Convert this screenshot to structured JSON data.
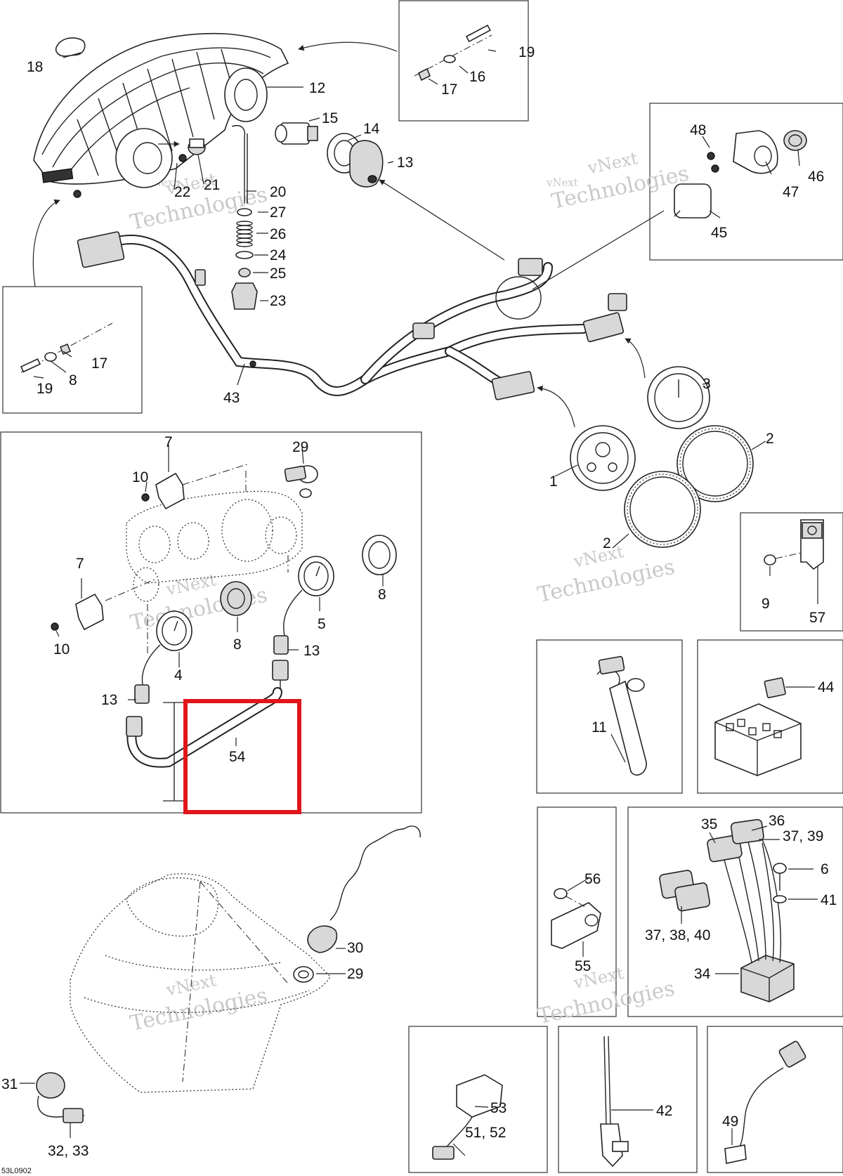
{
  "diagram_code": "53L0902",
  "watermark": {
    "line1": "vNext",
    "line2": "Technologies"
  },
  "callouts": {
    "c1": "1",
    "c2a": "2",
    "c2b": "2",
    "c3": "3",
    "c4": "4",
    "c5": "5",
    "c6": "6",
    "c7a": "7",
    "c7b": "7",
    "c8a": "8",
    "c8b": "8",
    "c8c": "8",
    "c9": "9",
    "c10a": "10",
    "c10b": "10",
    "c11": "11",
    "c12": "12",
    "c13a": "13",
    "c13b": "13",
    "c13c": "13",
    "c14": "14",
    "c15": "15",
    "c16": "16",
    "c17a": "17",
    "c17b": "17",
    "c18": "18",
    "c19a": "19",
    "c19b": "19",
    "c20": "20",
    "c21": "21",
    "c22": "22",
    "c23": "23",
    "c24": "24",
    "c25": "25",
    "c26": "26",
    "c27": "27",
    "c29a": "29",
    "c29b": "29",
    "c30": "30",
    "c31": "31",
    "c3233": "32, 33",
    "c34": "34",
    "c35": "35",
    "c36": "36",
    "c373839": "37, 39",
    "c373840": "37, 38, 40",
    "c41": "41",
    "c42": "42",
    "c43": "43",
    "c44": "44",
    "c45": "45",
    "c46": "46",
    "c47": "47",
    "c48": "48",
    "c49": "49",
    "c5152": "51, 52",
    "c53": "53",
    "c54": "54",
    "c55": "55",
    "c56": "56",
    "c57": "57"
  },
  "highlight": {
    "part": "54",
    "color": "#e0161b"
  }
}
